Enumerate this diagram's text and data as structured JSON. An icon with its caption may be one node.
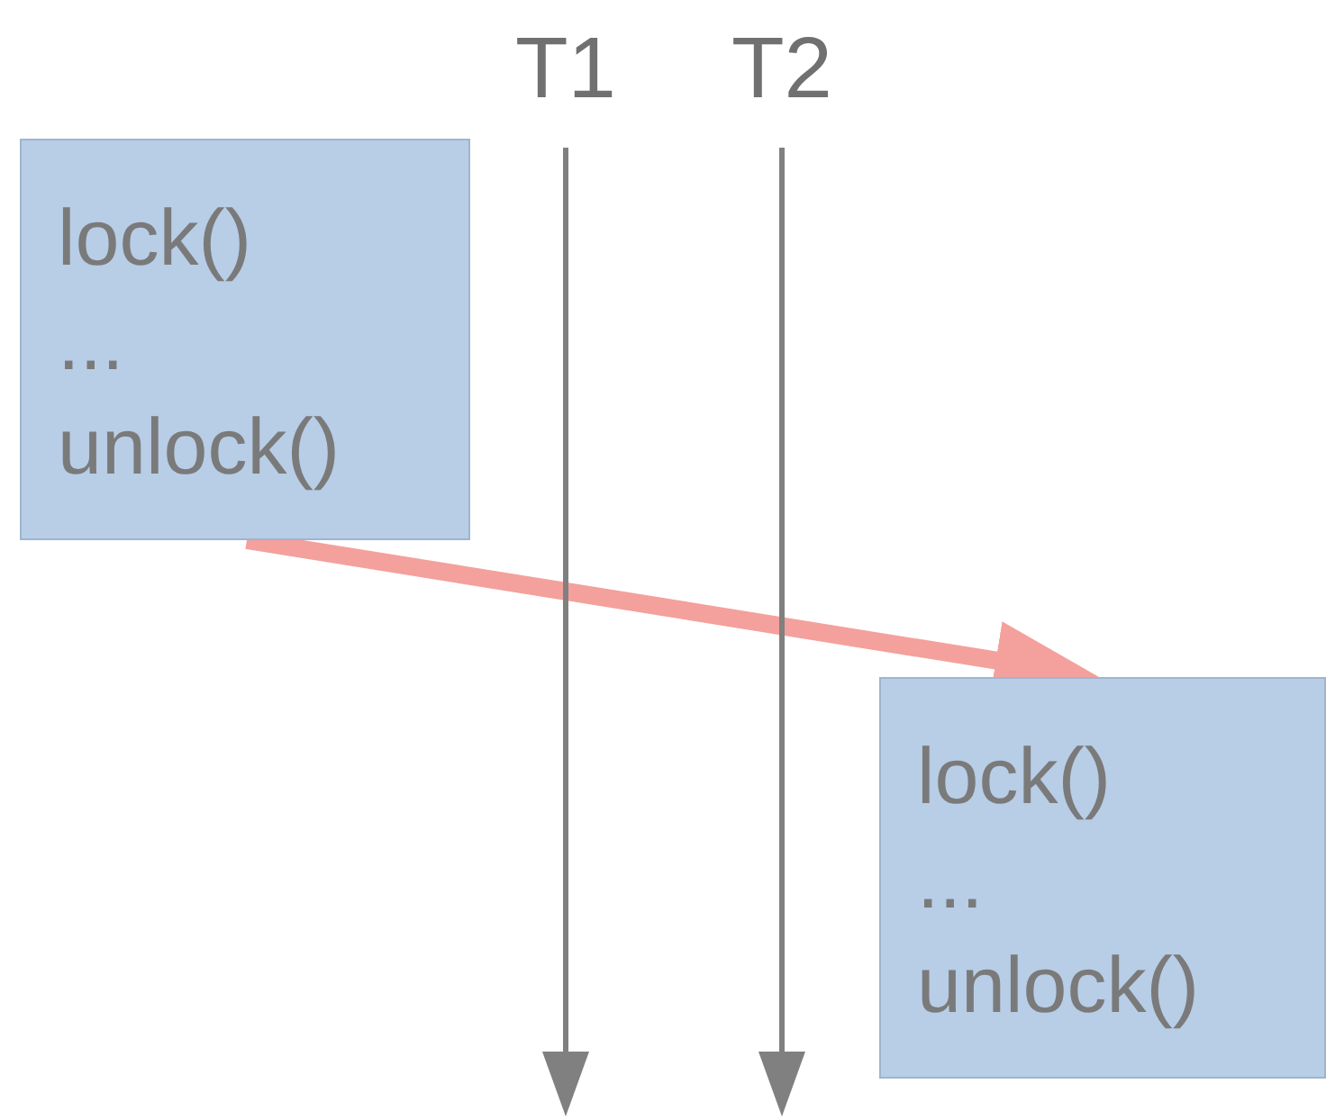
{
  "diagram": {
    "nodes": [
      {
        "text": [
          "lock()",
          "...",
          "unlock()"
        ]
      },
      {
        "text": [
          "lock()",
          "...",
          "unlock()"
        ]
      },
      {
        "text": [
          "T1"
        ]
      },
      {
        "text": [
          "T2"
        ]
      }
    ],
    "edges": [
      {
        "from": 0,
        "to": 1,
        "arrow": "to",
        "style": "thick",
        "color": "#f4a09c"
      },
      {
        "from": 2,
        "to": null,
        "arrow": "to"
      },
      {
        "from": 3,
        "to": null,
        "arrow": "to"
      }
    ]
  }
}
